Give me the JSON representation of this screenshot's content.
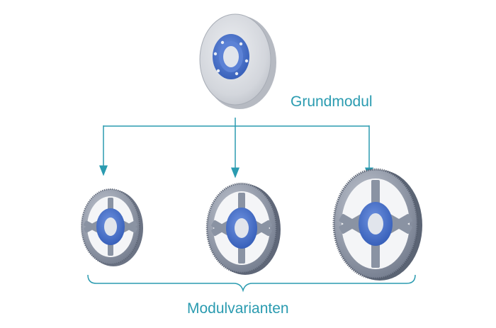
{
  "labels": {
    "base_module": "Grundmodul",
    "variants": "Modulvarianten"
  },
  "components": {
    "base_module": "base-disc-module",
    "variants": [
      "small-pulley-variant",
      "medium-pulley-variant",
      "large-pulley-variant"
    ]
  },
  "colors": {
    "accent": "#2a9bb0",
    "hub_blue": "#3d67c4",
    "disc_gray": "#cdd1d8",
    "gear_gray": "#8f98a8"
  }
}
